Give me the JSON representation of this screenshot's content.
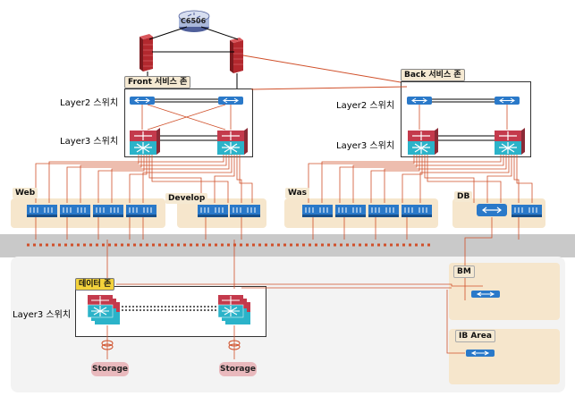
{
  "router": {
    "label": "C6506"
  },
  "front_zone": {
    "title": "Front 서비스 존"
  },
  "back_zone": {
    "title": "Back 서비스 존"
  },
  "data_zone": {
    "title": "데이터 존"
  },
  "labels": {
    "l2_front": "Layer2 스위치",
    "l3_front": "Layer3 스위치",
    "l2_back": "Layer2 스위치",
    "l3_back": "Layer3 스위치",
    "l3_data": "Layer3 스위치"
  },
  "access_groups": {
    "web": "Web",
    "develop": "Develop",
    "was": "Was",
    "db": "DB"
  },
  "side_areas": {
    "bm": "BM",
    "ib": "IB Area"
  },
  "storage": [
    "Storage",
    "Storage"
  ],
  "colors": {
    "link": "#d0502a",
    "zone_bg": "#f6e6cc",
    "band": "#c8c8c8",
    "switch_blue": "#2a79c9",
    "l3_red": "#c43a4c",
    "l3_cyan": "#2bb3c9",
    "firewall": "#b3282e",
    "storage_pink": "#e9b9bd",
    "tag_yellow": "#f3d23b"
  }
}
